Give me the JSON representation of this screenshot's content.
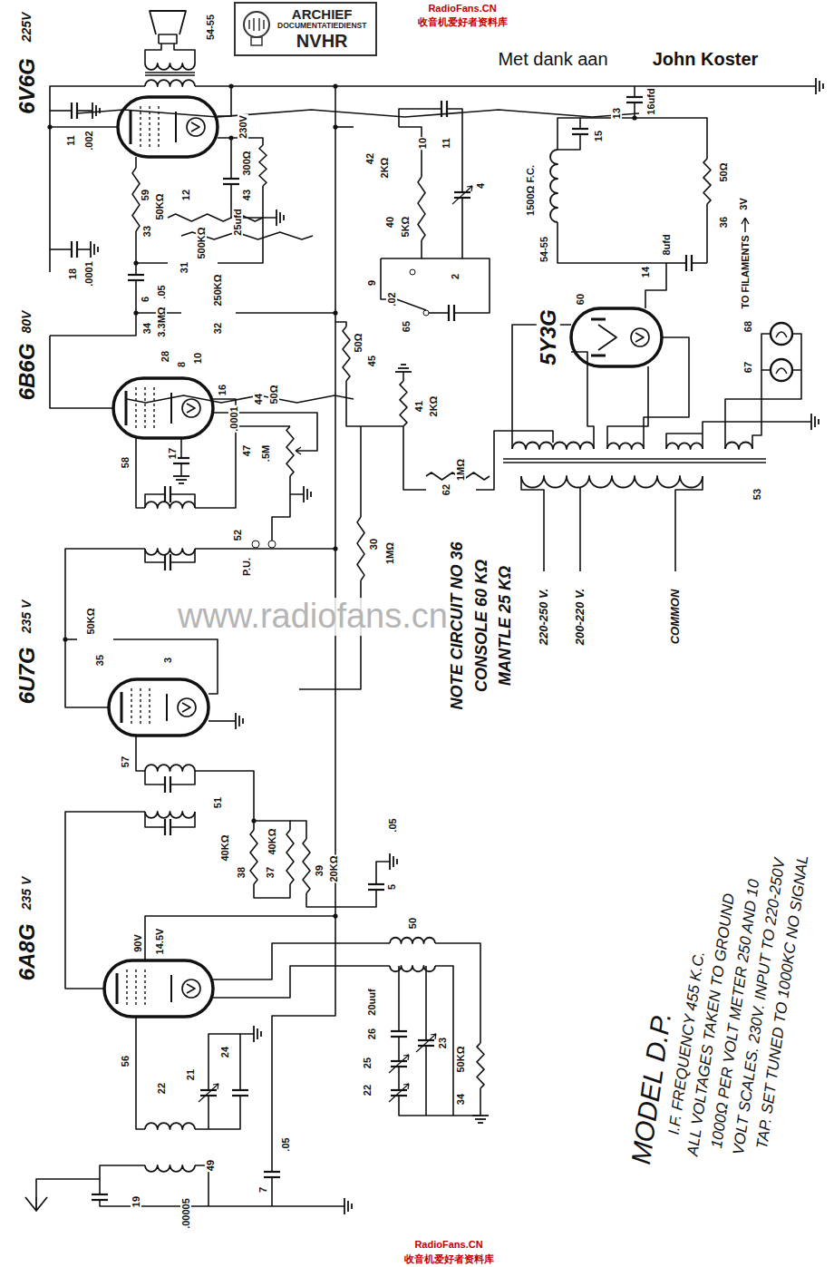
{
  "diagram": {
    "nodes": [
      {
        "text": [
          "ARCHIEF",
          "DOCUMENTATIEDIENST",
          "NVHR"
        ]
      }
    ],
    "labels": [
      "RadioFans.CN",
      "收音机爱好者资料库",
      "Met dank aan",
      "John Koster",
      "www.radiofans.cn",
      "6V6G",
      "225V",
      "6B6G",
      "80V",
      "6U7G",
      "235 V",
      "6A8G",
      "235 V",
      "5Y3G",
      "54-55",
      "11",
      ".002",
      "230V",
      "43",
      "300Ω",
      "12",
      "25ufd",
      "59",
      "33",
      "50KΩ",
      "31",
      "500KΩ",
      "18",
      ".0001",
      "6",
      ".05",
      "32",
      "250KΩ",
      "34",
      "3.3MΩ",
      "28",
      "8",
      "10",
      "16",
      ".0001",
      "17",
      "44",
      "50Ω",
      "47",
      ".5M",
      "58",
      "52",
      "P.U.",
      "42",
      "2KΩ",
      "40",
      "5KΩ",
      "10",
      "11",
      "4",
      "9",
      ".02",
      "65",
      "2",
      "50Ω",
      "45",
      "41",
      "2KΩ",
      "62",
      "1MΩ",
      "30",
      "1MΩ",
      "NOTE CIRCUIT NO 36",
      "CONSOLE 60 KΩ",
      "MANTLE 25 KΩ",
      "35",
      "50KΩ",
      "3",
      "57",
      "51",
      "38",
      "40KΩ",
      "37",
      "40KΩ",
      "39",
      "20KΩ",
      "5",
      ".05",
      "90V",
      "14.5V",
      "56",
      "50",
      "20uuf",
      "26",
      "23",
      "34",
      "50KΩ",
      "25",
      "22",
      "24",
      "21",
      "22",
      "49",
      "19",
      ".00005",
      "7",
      ".05",
      "13",
      "16ufd",
      "15",
      "1500Ω F.C.",
      "54-55",
      "3V",
      "50Ω",
      "36",
      "TO FILAMENTS",
      "14",
      "8ufd",
      "60",
      "68",
      "67",
      "53",
      "220-250 V.",
      "200-220 V.",
      "COMMON",
      "MODEL D.P.",
      "I.F. FREQUENCY 455 K.C.",
      "ALL VOLTAGES TAKEN TO GROUND",
      "1000Ω PER VOLT METER 250 AND 10",
      "VOLT SCALES. 230V. INPUT TO 220-250V",
      "TAP. SET TUNED TO 1000KC NO SIGNAL",
      "RadioFans.CN",
      "收音机爱好者资料库"
    ]
  }
}
